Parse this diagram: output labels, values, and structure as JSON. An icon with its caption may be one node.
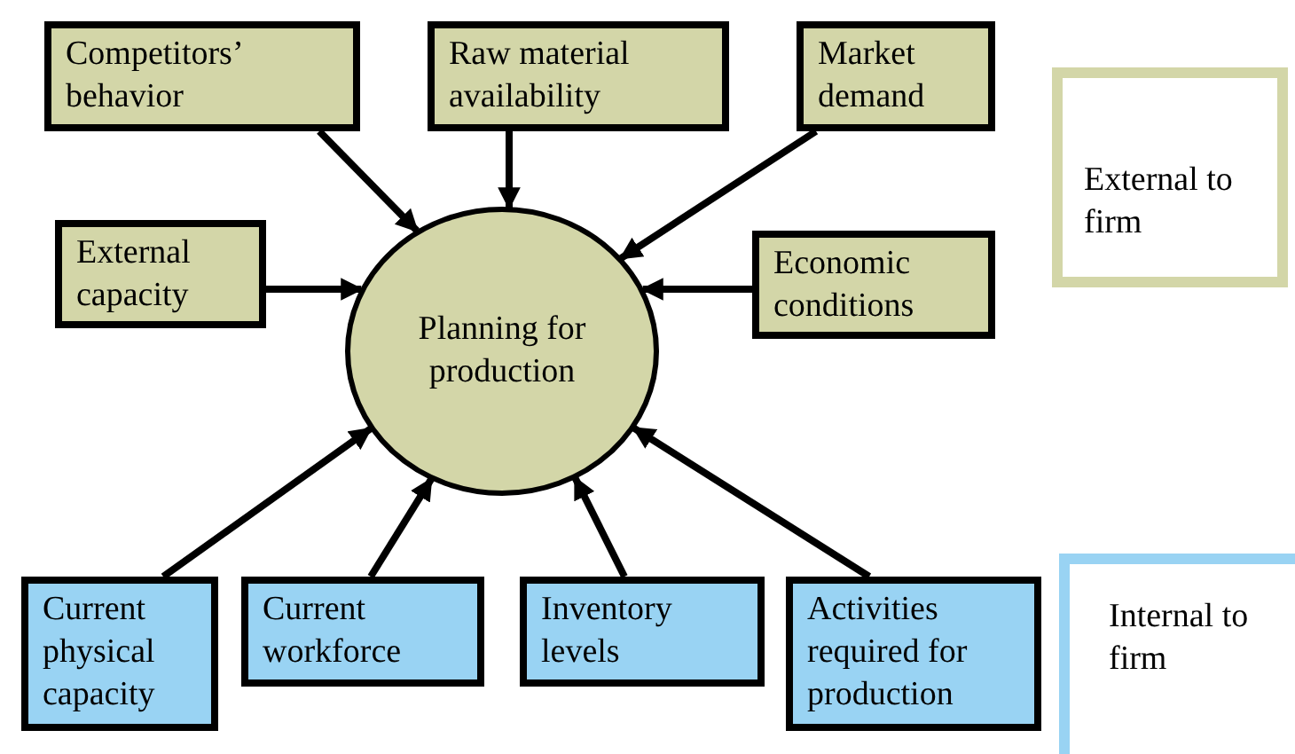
{
  "diagram": {
    "nodes": [
      {
        "text": [
          "Competitors’ behavior"
        ]
      },
      {
        "text": [
          "Raw material availability"
        ]
      },
      {
        "text": [
          "Market demand"
        ]
      },
      {
        "text": [
          "External capacity"
        ]
      },
      {
        "text": [
          "Planning for production"
        ]
      },
      {
        "text": [
          "Economic conditions"
        ]
      },
      {
        "text": [
          "Current physical capacity"
        ]
      },
      {
        "text": [
          "Current workforce"
        ]
      },
      {
        "text": [
          "Inventory levels"
        ]
      },
      {
        "text": [
          "Activities required for production"
        ]
      }
    ],
    "edges": [
      {
        "from": 0,
        "to": 4,
        "arrow": "to"
      },
      {
        "from": 1,
        "to": 4,
        "arrow": "to"
      },
      {
        "from": 2,
        "to": 4,
        "arrow": "to"
      },
      {
        "from": 3,
        "to": 4,
        "arrow": "to"
      },
      {
        "from": 5,
        "to": 4,
        "arrow": "to"
      },
      {
        "from": 6,
        "to": 4,
        "arrow": "to"
      },
      {
        "from": 7,
        "to": 4,
        "arrow": "to"
      },
      {
        "from": 8,
        "to": 4,
        "arrow": "to"
      },
      {
        "from": 9,
        "to": 4,
        "arrow": "to"
      }
    ],
    "legend": [
      {
        "text": "External to firm",
        "color": "#d3d6a8"
      },
      {
        "text": "Internal to firm",
        "color": "#99d3f3"
      }
    ]
  }
}
